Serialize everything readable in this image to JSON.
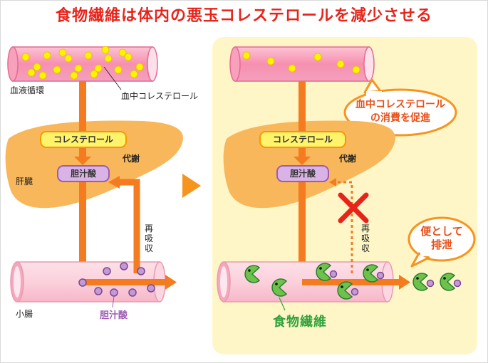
{
  "title": "食物繊維は体内の悪玉コレステロールを減少させる",
  "left": {
    "blood_circulation": "血液循環",
    "blood_cholesterol": "血中コレステロール",
    "liver": "肝臓",
    "cholesterol": "コレステロール",
    "bile_acid": "胆汁酸",
    "metabolism": "代謝",
    "reabsorption": "再吸収",
    "small_intestine": "小腸",
    "bile_acid_bottom": "胆汁酸"
  },
  "right": {
    "cholesterol": "コレステロール",
    "bile_acid": "胆汁酸",
    "metabolism": "代謝",
    "reabsorption": "再吸収",
    "consumption_bubble_line1": "血中コレステロール",
    "consumption_bubble_line2": "の消費を促進",
    "excretion_bubble_line1": "便として",
    "excretion_bubble_line2": "排泄",
    "dietary_fiber": "食物繊維"
  },
  "colors": {
    "title": "#e8231a",
    "arrow": "#f47b20",
    "liver": "#f8b75a",
    "vessel": "#f9a6c0",
    "cholesterol_dot": "#fff200",
    "bile_dot": "#9c5cb4",
    "fiber": "#2fa23a",
    "cross": "#e8231a",
    "panel": "#fff6c8"
  }
}
